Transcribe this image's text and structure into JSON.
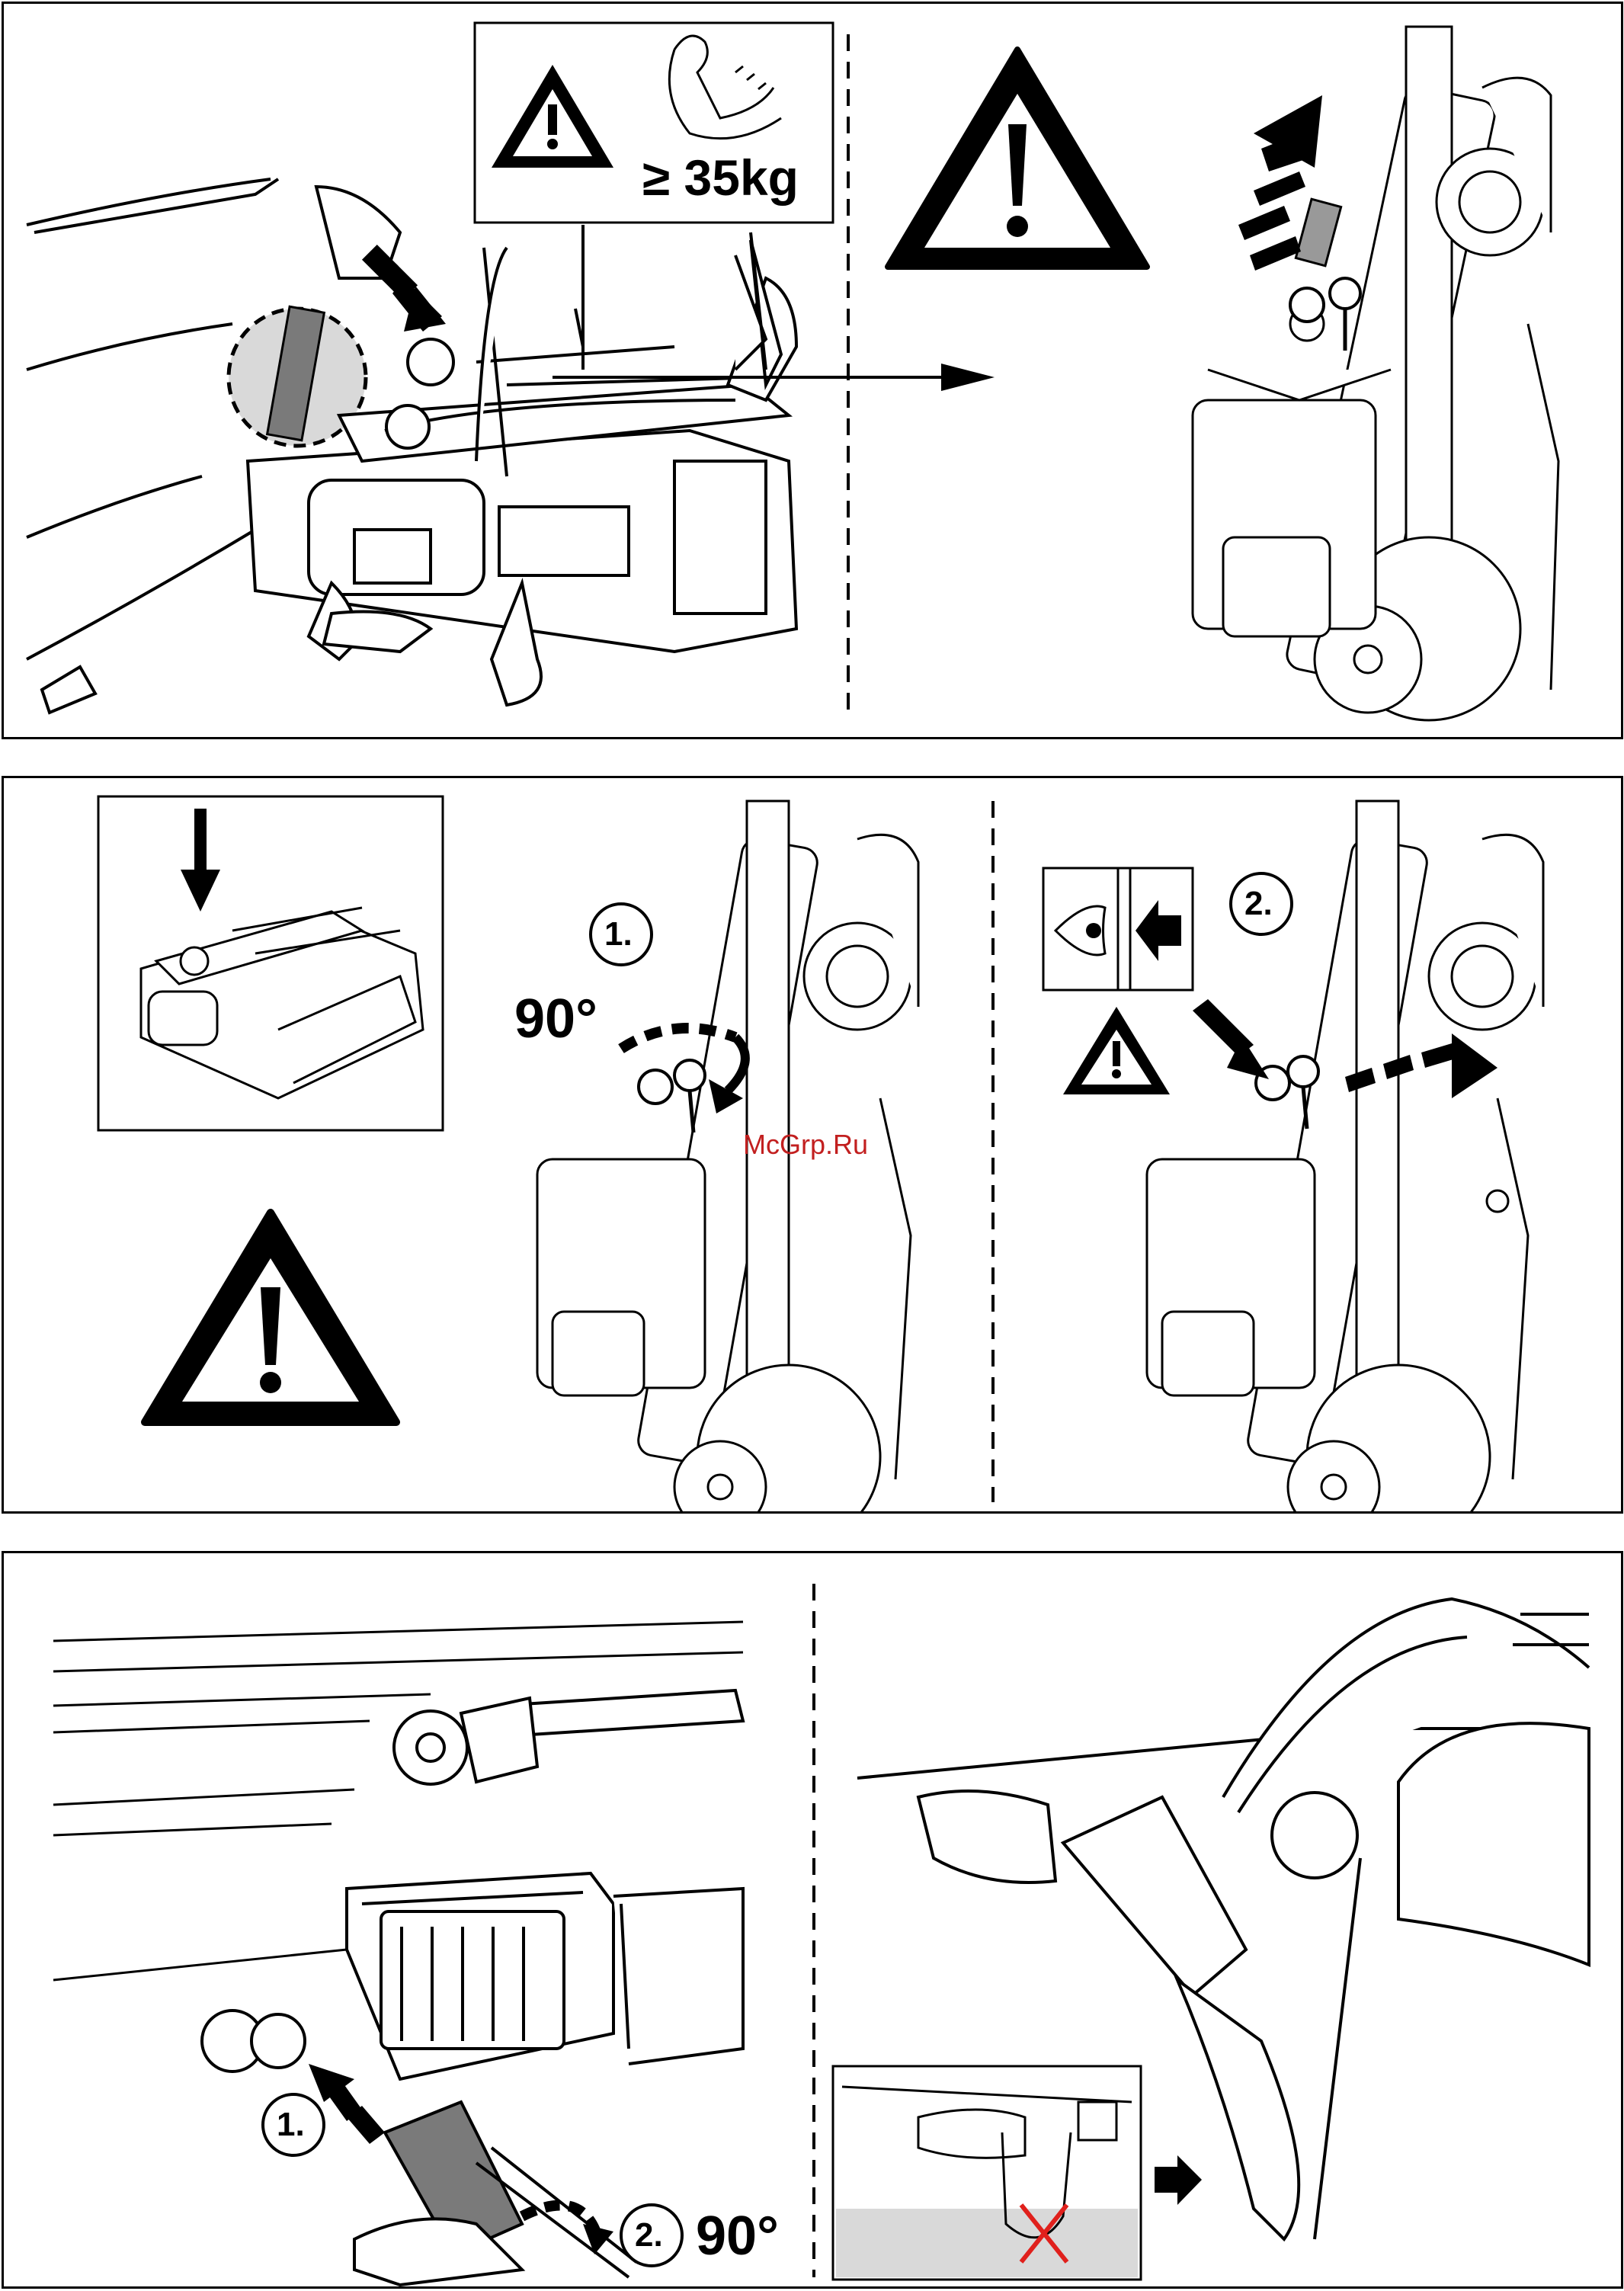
{
  "panel1": {
    "weight_label": "≥ 35kg"
  },
  "panel2": {
    "step1": "1.",
    "step1_angle": "90°",
    "step2": "2.",
    "watermark": "McGrp.Ru"
  },
  "panel3": {
    "step1": "1.",
    "step2": "2.",
    "step2_angle": "90°"
  },
  "colors": {
    "line": "#000000",
    "shade": "#d9d9d9",
    "cross": "#e0201c",
    "watermark": "#c21f1f"
  }
}
